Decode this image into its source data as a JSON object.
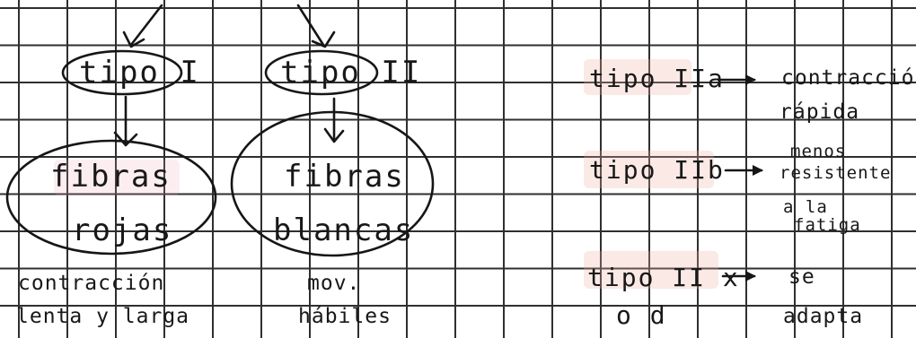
{
  "left_column": {
    "type_label": "tipo I",
    "fiber_line1": "fibras",
    "fiber_line2": "rojas",
    "desc_line1": "contracción",
    "desc_line2": "lenta y larga"
  },
  "middle_column": {
    "type_label": "tipo II",
    "fiber_line1": "fibras",
    "fiber_line2": "blancas",
    "desc_line1": "mov.",
    "desc_line2": "hábiles"
  },
  "right_column": {
    "rows": [
      {
        "type": "tipo IIa",
        "arrow": "→",
        "desc_lines": [
          "contracció",
          "rápida"
        ]
      },
      {
        "type": "tipo IIb",
        "arrow": "→",
        "desc_lines": [
          "menos",
          "resistente",
          "a la",
          "fatiga"
        ]
      },
      {
        "type": "tipo II x",
        "arrow": "→",
        "desc_lines": [
          "se",
          "adapta"
        ]
      }
    ],
    "extra": "o d"
  },
  "colors": {
    "ink": "#161616",
    "grid": "#2f2f2f",
    "highlight": "#eeb0a0"
  }
}
